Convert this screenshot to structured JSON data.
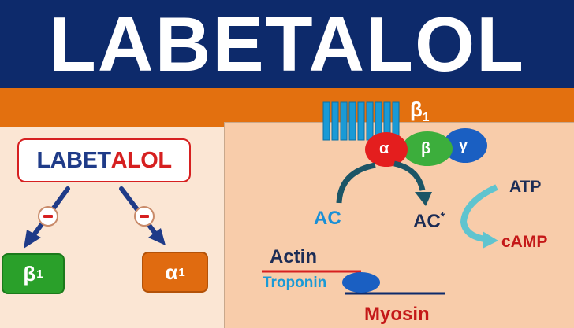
{
  "header": {
    "title": "LABETALOL"
  },
  "drug_box": {
    "label_part1": "LABET",
    "label_part2": "ALOL"
  },
  "targets": {
    "beta1": {
      "symbol": "β",
      "subscript": "1"
    },
    "alpha1": {
      "symbol": "α",
      "subscript": "1"
    }
  },
  "receptor": {
    "label": "β",
    "subscript": "1"
  },
  "g_protein": {
    "alpha": "α",
    "beta": "β",
    "gamma": "γ"
  },
  "pathway": {
    "ac": "AC",
    "ac_active": "AC",
    "ac_active_mark": "*",
    "atp": "ATP",
    "camp": "cAMP"
  },
  "muscle": {
    "actin": "Actin",
    "troponin": "Troponin",
    "myosin": "Myosin"
  },
  "colors": {
    "header_bg": "#0d2a6b",
    "band": "#e3700f",
    "beta_green": "#2aa02a",
    "alpha_orange": "#e06b10",
    "red": "#d62020",
    "receptor_blue": "#1a9ad6"
  },
  "icons": [
    "inhibition-minus-icon",
    "arrow-icon"
  ]
}
